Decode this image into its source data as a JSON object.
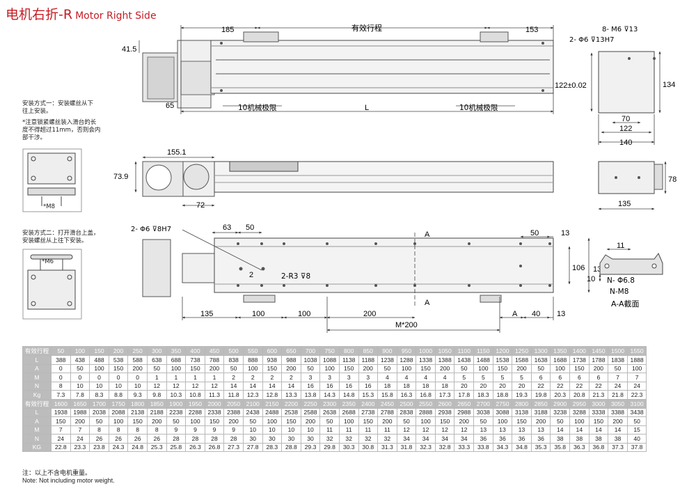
{
  "title": {
    "zh": "电机右折-R",
    "en": "Motor Right Side"
  },
  "notes": {
    "method1": [
      "安装方式一：安装螺丝从下",
      "往上安装。"
    ],
    "caution": [
      "*注意锁紧螺丝装入滑台的长",
      "度不得超过11mm，否则会内",
      "部干涉。"
    ],
    "method2": [
      "安装方式二：打开滑台上盖，",
      "安装螺丝从上往下安装。"
    ],
    "m8": "*M8",
    "m6": "*M6"
  },
  "top_view": {
    "d185": "185",
    "stroke": "有效行程",
    "d153": "153",
    "d41_5": "41.5",
    "d65": "65",
    "limit_left": "10机械极限",
    "l": "L",
    "limit_right": "10机械极限"
  },
  "end_view": {
    "m6": "8- M6",
    "m6_depth": "13",
    "h7": "2- Φ6",
    "h7_depth": "13H7",
    "d122_02": "122±0.02",
    "d134": "134",
    "d70": "70",
    "d122": "122",
    "d140": "140"
  },
  "side_view": {
    "d155_1": "155.1",
    "d73_9": "73.9",
    "d72": "72"
  },
  "side_end": {
    "d78": "78",
    "d135": "135"
  },
  "bottom_view": {
    "h8": "2- Φ6",
    "h8_depth": "8H7",
    "d63": "63",
    "d50_top": "50",
    "d50_r": "50",
    "d13_r": "13",
    "a_top": "A",
    "a_bot": "A",
    "d2": "2",
    "r3": "2-R3",
    "r3_depth": "8",
    "d106": "106",
    "d135_side": "135",
    "d135": "135",
    "d100a": "100",
    "d100b": "100",
    "d200": "200",
    "dA": "A",
    "d40": "40",
    "d13": "13",
    "m200": "M*200"
  },
  "section": {
    "d11": "11",
    "d10": "10",
    "n68": "N- Φ6.8",
    "nm8": "N-M8",
    "label": "A-A截面"
  },
  "table": {
    "row_labels": [
      "有效行程",
      "L",
      "A",
      "M",
      "N",
      "Kg"
    ],
    "row_labels2": [
      "有效行程",
      "L",
      "A",
      "M",
      "N",
      "KG"
    ],
    "block1": [
      [
        "50",
        "100",
        "150",
        "200",
        "250",
        "300",
        "350",
        "400",
        "450",
        "500",
        "550",
        "600",
        "650",
        "700",
        "750",
        "800",
        "850",
        "900",
        "950",
        "1000",
        "1050",
        "1100",
        "1150",
        "1200",
        "1250",
        "1300",
        "1350",
        "1400",
        "1450",
        "1500",
        "1550"
      ],
      [
        "388",
        "438",
        "488",
        "538",
        "588",
        "638",
        "688",
        "738",
        "788",
        "838",
        "888",
        "938",
        "988",
        "1038",
        "1088",
        "1138",
        "1188",
        "1238",
        "1288",
        "1338",
        "1388",
        "1438",
        "1488",
        "1538",
        "1588",
        "1638",
        "1688",
        "1738",
        "1788",
        "1838",
        "1888"
      ],
      [
        "0",
        "50",
        "100",
        "150",
        "200",
        "50",
        "100",
        "150",
        "200",
        "50",
        "100",
        "150",
        "200",
        "50",
        "100",
        "150",
        "200",
        "50",
        "100",
        "150",
        "200",
        "50",
        "100",
        "150",
        "200",
        "50",
        "100",
        "150",
        "200",
        "50",
        "100"
      ],
      [
        "0",
        "0",
        "0",
        "0",
        "0",
        "1",
        "1",
        "1",
        "1",
        "2",
        "2",
        "2",
        "2",
        "3",
        "3",
        "3",
        "3",
        "4",
        "4",
        "4",
        "4",
        "5",
        "5",
        "5",
        "5",
        "6",
        "6",
        "6",
        "6",
        "7",
        "7"
      ],
      [
        "8",
        "10",
        "10",
        "10",
        "10",
        "12",
        "12",
        "12",
        "12",
        "14",
        "14",
        "14",
        "14",
        "16",
        "16",
        "16",
        "16",
        "18",
        "18",
        "18",
        "18",
        "20",
        "20",
        "20",
        "20",
        "22",
        "22",
        "22",
        "22",
        "24",
        "24"
      ],
      [
        "7.3",
        "7.8",
        "8.3",
        "8.8",
        "9.3",
        "9.8",
        "10.3",
        "10.8",
        "11.3",
        "11.8",
        "12.3",
        "12.8",
        "13.3",
        "13.8",
        "14.3",
        "14.8",
        "15.3",
        "15.8",
        "16.3",
        "16.8",
        "17.3",
        "17.8",
        "18.3",
        "18.8",
        "19.3",
        "19.8",
        "20.3",
        "20.8",
        "21.3",
        "21.8",
        "22.3"
      ]
    ],
    "block2": [
      [
        "1600",
        "1650",
        "1700",
        "1750",
        "1800",
        "1850",
        "1900",
        "1950",
        "2000",
        "2050",
        "2100",
        "2150",
        "2200",
        "2250",
        "2300",
        "2350",
        "2400",
        "2450",
        "2500",
        "2550",
        "2600",
        "2650",
        "2700",
        "2750",
        "2800",
        "2850",
        "2900",
        "2950",
        "3000",
        "3050",
        "3100"
      ],
      [
        "1938",
        "1988",
        "2038",
        "2088",
        "2138",
        "2188",
        "2238",
        "2288",
        "2338",
        "2388",
        "2438",
        "2488",
        "2538",
        "2588",
        "2638",
        "2688",
        "2738",
        "2788",
        "2838",
        "2888",
        "2938",
        "2988",
        "3038",
        "3088",
        "3138",
        "3188",
        "3238",
        "3288",
        "3338",
        "3388",
        "3438"
      ],
      [
        "150",
        "200",
        "50",
        "100",
        "150",
        "200",
        "50",
        "100",
        "150",
        "200",
        "50",
        "100",
        "150",
        "200",
        "50",
        "100",
        "150",
        "200",
        "50",
        "100",
        "150",
        "200",
        "50",
        "100",
        "150",
        "200",
        "50",
        "100",
        "150",
        "200",
        "50"
      ],
      [
        "7",
        "7",
        "8",
        "8",
        "8",
        "8",
        "9",
        "9",
        "9",
        "9",
        "10",
        "10",
        "10",
        "10",
        "11",
        "11",
        "11",
        "11",
        "12",
        "12",
        "12",
        "12",
        "13",
        "13",
        "13",
        "13",
        "14",
        "14",
        "14",
        "14",
        "15"
      ],
      [
        "24",
        "24",
        "26",
        "26",
        "26",
        "26",
        "28",
        "28",
        "28",
        "28",
        "30",
        "30",
        "30",
        "30",
        "32",
        "32",
        "32",
        "32",
        "34",
        "34",
        "34",
        "34",
        "36",
        "36",
        "36",
        "36",
        "38",
        "38",
        "38",
        "38",
        "40"
      ],
      [
        "22.8",
        "23.3",
        "23.8",
        "24.3",
        "24.8",
        "25.3",
        "25.8",
        "26.3",
        "26.8",
        "27.3",
        "27.8",
        "28.3",
        "28.8",
        "29.3",
        "29.8",
        "30.3",
        "30.8",
        "31.3",
        "31.8",
        "32.3",
        "32.8",
        "33.3",
        "33.8",
        "34.3",
        "34.8",
        "35.3",
        "35.8",
        "36.3",
        "36.8",
        "37.3",
        "37.8"
      ]
    ]
  },
  "footer": {
    "zh": "注：以上不含电机重量。",
    "en": "Note: Not including motor weight."
  }
}
